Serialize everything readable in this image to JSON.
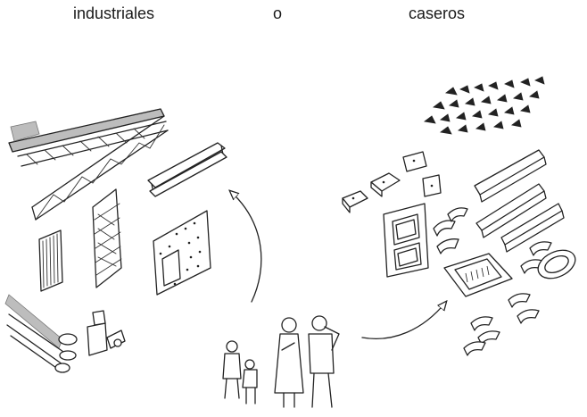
{
  "captions": {
    "left": "industriales",
    "middle": "o",
    "right": "caseros"
  },
  "colors": {
    "ink": "#222222",
    "background": "#ffffff"
  }
}
